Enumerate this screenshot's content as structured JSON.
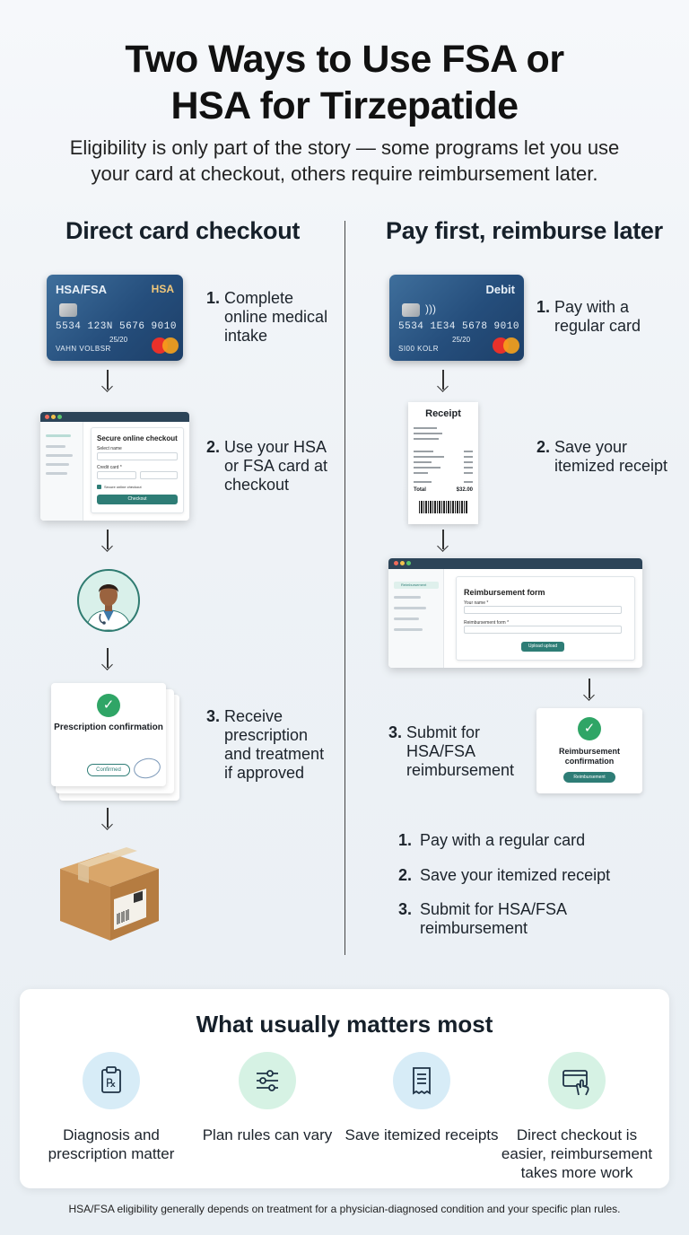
{
  "header": {
    "title_line1": "Two Ways to Use FSA or",
    "title_line2": "HSA for Tirzepatide",
    "subtitle_line1": "Eligibility is only part of the story — some programs let you use",
    "subtitle_line2": "your card at checkout, others require reimbursement later."
  },
  "left": {
    "heading": "Direct card checkout",
    "card": {
      "label": "HSA/FSA",
      "brand": "HSA",
      "number": "5534 123N 5676 9010",
      "expiry": "25/20",
      "name": "VAHN VOLBSR"
    },
    "steps": [
      {
        "n": "1.",
        "text": "Complete online medical intake"
      },
      {
        "n": "2.",
        "text": "Use your HSA or FSA card at checkout"
      },
      {
        "n": "3.",
        "text": "Receive prescription and treatment if approved"
      }
    ],
    "checkout": {
      "title": "Secure online checkout",
      "field1": "Select name",
      "field2": "Credit card *",
      "checkbox": "Secure online checkout",
      "button": "Checkout"
    },
    "confirmation": {
      "title": "Prescription confirmation",
      "button": "Confirmed"
    }
  },
  "right": {
    "heading": "Pay first, reimburse later",
    "card": {
      "label": "Debit",
      "number": "5534 1E34 5678 9010",
      "expiry": "25/20",
      "name": "SI00 KOLR"
    },
    "steps": [
      {
        "n": "1.",
        "text": "Pay with a regular card"
      },
      {
        "n": "2.",
        "text": "Save your itemized receipt"
      },
      {
        "n": "3.",
        "text": "Submit for HSA/FSA reimbursement"
      }
    ],
    "receipt": {
      "title": "Receipt",
      "total_label": "Total",
      "total_value": "$32.00"
    },
    "form": {
      "title": "Reimbursement form",
      "field1": "Your name *",
      "field2": "Reimbursement form *",
      "button": "Upload upload",
      "side_item": "Reimbursement"
    },
    "confirmation": {
      "title": "Reimbursement confirmation",
      "button": "Reimbursement"
    },
    "summary": [
      {
        "n": "1.",
        "text": "Pay with a regular card"
      },
      {
        "n": "2.",
        "text": "Save your itemized receipt"
      },
      {
        "n": "3.",
        "text": "Submit for HSA/FSA reimbursement"
      }
    ]
  },
  "matters": {
    "title": "What usually matters most",
    "items": [
      {
        "icon": "prescription-icon",
        "label": "Diagnosis and prescription matter"
      },
      {
        "icon": "sliders-icon",
        "label": "Plan rules can vary"
      },
      {
        "icon": "receipt-icon",
        "label": "Save itemized receipts"
      },
      {
        "icon": "card-tap-icon",
        "label": "Direct checkout is easier, reimbursement takes more work"
      }
    ]
  },
  "footnote": "HSA/FSA eligibility generally depends on treatment for a physician-diagnosed condition and your specific plan rules.",
  "colors": {
    "accent_green": "#2e7d76",
    "check_green": "#2fa566",
    "card_blue": "#254e7c",
    "icon_bg_blue": "#d7ecf7",
    "icon_bg_green": "#d6f2e4"
  }
}
